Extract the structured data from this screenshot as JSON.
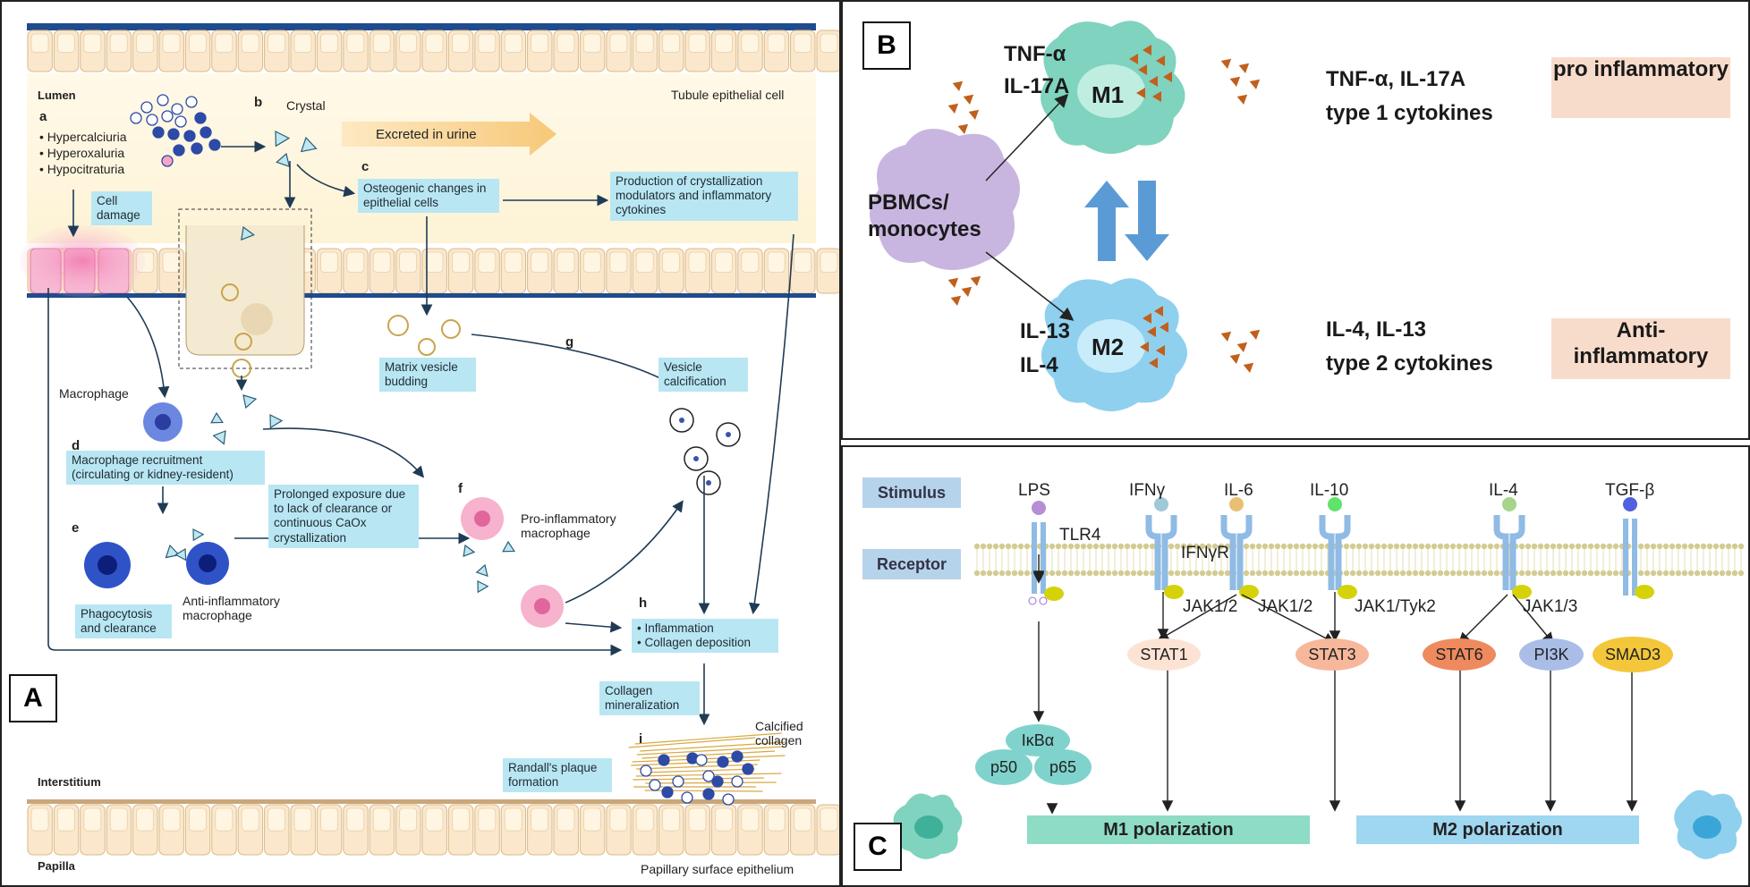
{
  "panel_a": {
    "tag": "A",
    "regions": {
      "lumen": "Lumen",
      "interstitium": "Interstitium",
      "papilla": "Papilla"
    },
    "tubule_label": "Tubule epithelial cell",
    "papillary_label": "Papillary surface epithelium",
    "letters": [
      "a",
      "b",
      "c",
      "d",
      "e",
      "f",
      "g",
      "h",
      "i"
    ],
    "conditions": [
      "• Hypercalciuria",
      "• Hyperoxaluria",
      "• Hypocitraturia"
    ],
    "crystal_label": "Crystal",
    "excreted": "Excreted in urine",
    "cell_damage": "Cell damage",
    "osteogenic": "Osteogenic changes in epithelial cells",
    "production": "Production of crystallization modulators and inflammatory cytokines",
    "matrix_vesicle": "Matrix vesicle budding",
    "vesicle_calc": "Vesicle calcification",
    "macrophage": "Macrophage",
    "recruitment": "Macrophage recruitment (circulating or kidney-resident)",
    "prolonged": "Prolonged exposure due to lack of clearance or continuous CaOx crystallization",
    "pro_inflam_macro": "Pro-inflammatory macrophage",
    "anti_inflam_macro": "Anti-inflammatory macrophage",
    "phagocytosis": "Phagocytosis and clearance",
    "inflammation": "• Inflammation",
    "collagen_dep": "• Collagen deposition",
    "collagen_min": "Collagen mineralization",
    "calcified": "Calcified collagen",
    "randall": "Randall's plaque formation"
  },
  "panel_b": {
    "tag": "B",
    "m1_inputs": [
      "TNF-α",
      "IL-17A"
    ],
    "m2_inputs": [
      "IL-13",
      "IL-4"
    ],
    "source": "PBMCs/ monocytes",
    "m1": "M1",
    "m2": "M2",
    "m1_outputs": [
      "TNF-α, IL-17A",
      "type 1 cytokines"
    ],
    "m2_outputs": [
      "IL-4, IL-13",
      "type 2 cytokines"
    ],
    "m1_tag": "pro inflammatory",
    "m2_tag": "Anti- inflammatory",
    "colors": {
      "m1": "#7fd3bf",
      "m2": "#8fd0ee",
      "source": "#c8b6e0",
      "cytokine": "#c0601c",
      "tag_bg": "#f8dccb"
    }
  },
  "panel_c": {
    "tag": "C",
    "stimulus_label": "Stimulus",
    "receptor_label": "Receptor",
    "stimuli": [
      "LPS",
      "IFNγ",
      "IL-6",
      "IL-10",
      "IL-4",
      "TGF-β"
    ],
    "receptor_names": [
      "TLR4",
      "IFNγR"
    ],
    "kinases": [
      "JAK1/2",
      "JAK1/2",
      "JAK1/Tyk2",
      "JAK1/3"
    ],
    "mediators": [
      "IκBα",
      "p50",
      "p65",
      "STAT1",
      "STAT3",
      "STAT6",
      "PI3K",
      "SMAD3"
    ],
    "m1_polarization": "M1 polarization",
    "m2_polarization": "M2 polarization",
    "colors": {
      "m1_bar": "#8fdcc6",
      "m2_bar": "#9fd6f0",
      "stat1": "#fde3d4",
      "stat3": "#f7b79a",
      "stat6": "#ee8a5e",
      "pi3k": "#a9bde6",
      "smad3": "#f4c63a",
      "ikb": "#7fd3cc"
    }
  }
}
